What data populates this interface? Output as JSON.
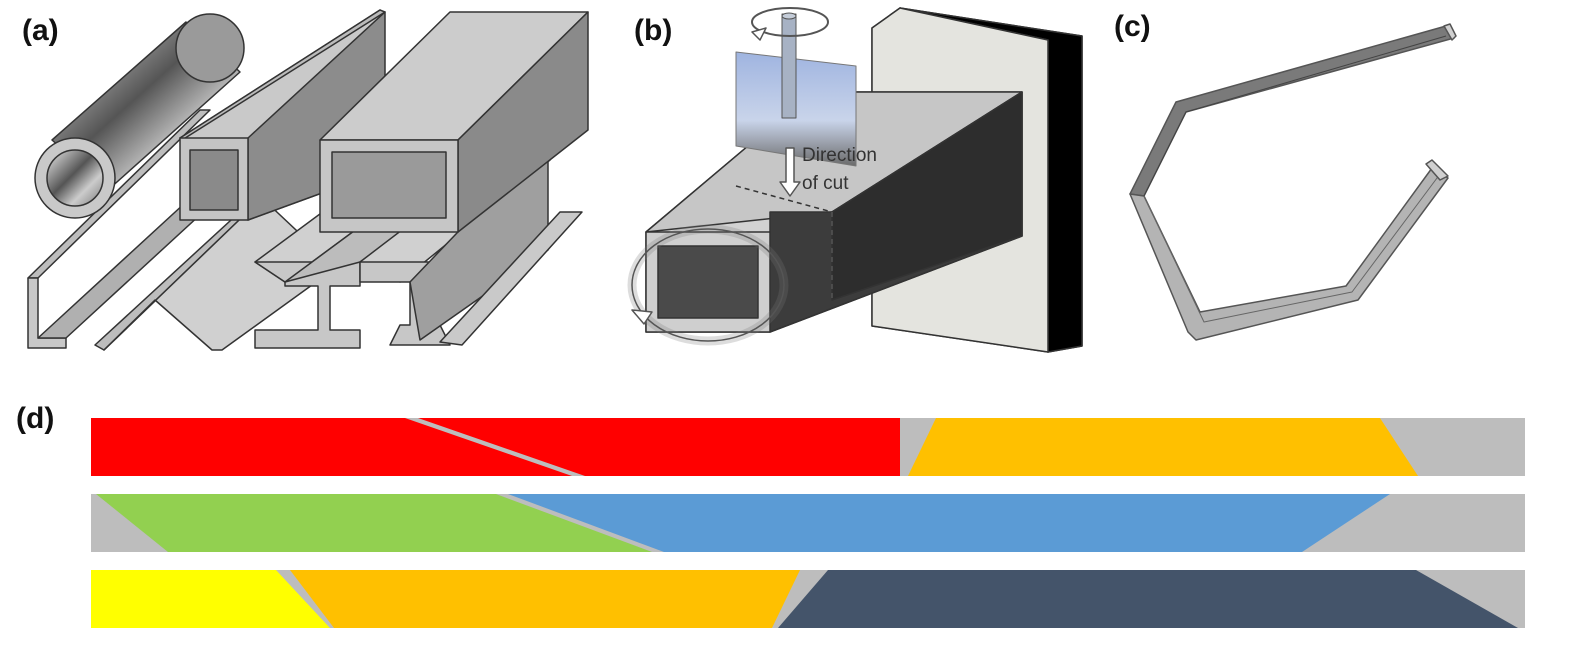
{
  "panels": {
    "a": {
      "label": "(a)",
      "caption": ""
    },
    "b": {
      "label": "(b)",
      "caption": "",
      "annotation_line1": "Direction",
      "annotation_line2": "of cut"
    },
    "c": {
      "label": "(c)",
      "caption": ""
    },
    "d": {
      "label": "(d)",
      "caption": ""
    }
  },
  "colors": {
    "metal_light": "#cfcfcf",
    "metal_mid": "#a8a8a8",
    "metal_dark": "#808080",
    "outline": "#333333",
    "tube_dark": "#3c3c3c",
    "tube_side": "#2b2b2b",
    "wall_face": "#e4e4df",
    "wall_edge": "#000000",
    "blade": "#b8c8e8",
    "stock_gray": "#bdbdbd",
    "red": "#ff0000",
    "orange": "#ffc000",
    "green": "#92d050",
    "blue": "#5b9bd5",
    "yellow": "#ffff00",
    "slate": "#44546a"
  },
  "cutting_layout": {
    "bars": [
      {
        "name": "bar-1",
        "pieces": [
          "red",
          "orange"
        ],
        "waste": "stock_gray"
      },
      {
        "name": "bar-2",
        "pieces": [
          "green",
          "blue"
        ],
        "waste": "stock_gray"
      },
      {
        "name": "bar-3",
        "pieces": [
          "yellow",
          "orange",
          "slate"
        ],
        "waste": "stock_gray"
      }
    ]
  }
}
